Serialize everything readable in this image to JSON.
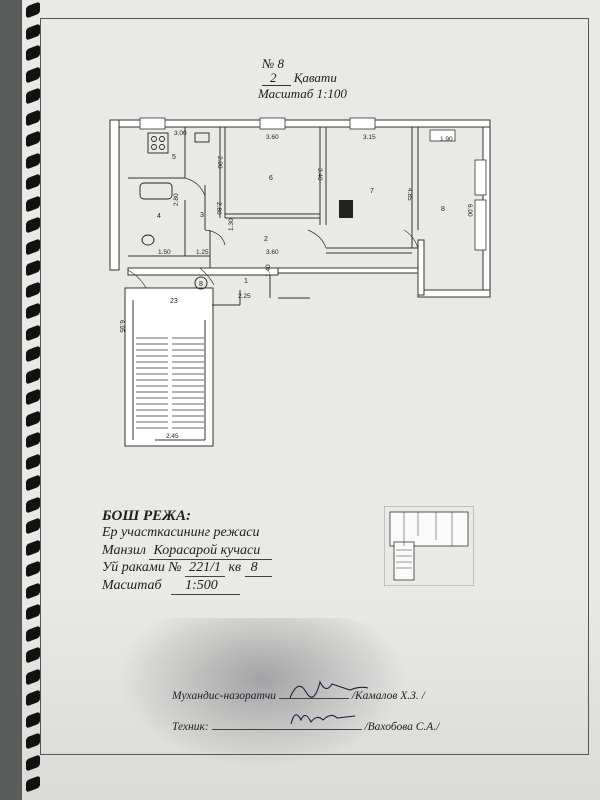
{
  "header": {
    "number": "№ 8",
    "floor_number": "2",
    "floor_word": "Қавати",
    "scale": "Масштаб 1:100"
  },
  "plan": {
    "rooms": [
      "1",
      "2",
      "3",
      "4",
      "5",
      "6",
      "7",
      "8",
      "8",
      "23"
    ],
    "dimensions": [
      "3.00",
      "3.60",
      "3.15",
      "1.90",
      "2.00",
      "3.40",
      "4.85",
      "6.00",
      "2.80",
      "2.80",
      "1.30",
      "1.50",
      "1.25",
      "3.60",
      "1.40",
      "2.25",
      "6.95",
      "2.45"
    ]
  },
  "bosh": {
    "title": "БОШ РЕЖА:",
    "subtitle": "Ер участкасининг режаси",
    "address_label": "Манзил",
    "address_value": "Корасарой кучаси",
    "house_label": "Уй раками №",
    "house_value": "221/1",
    "apt_label": "кв",
    "apt_value": "8",
    "scale_label": "Масштаб",
    "scale_value": "1:500"
  },
  "signatures": {
    "engineer_label": "Мухандис-назоратчи",
    "engineer_name": "/Камалов Х.З. /",
    "tech_label": "Техник:",
    "tech_name": "/Вахобова С.А./"
  }
}
